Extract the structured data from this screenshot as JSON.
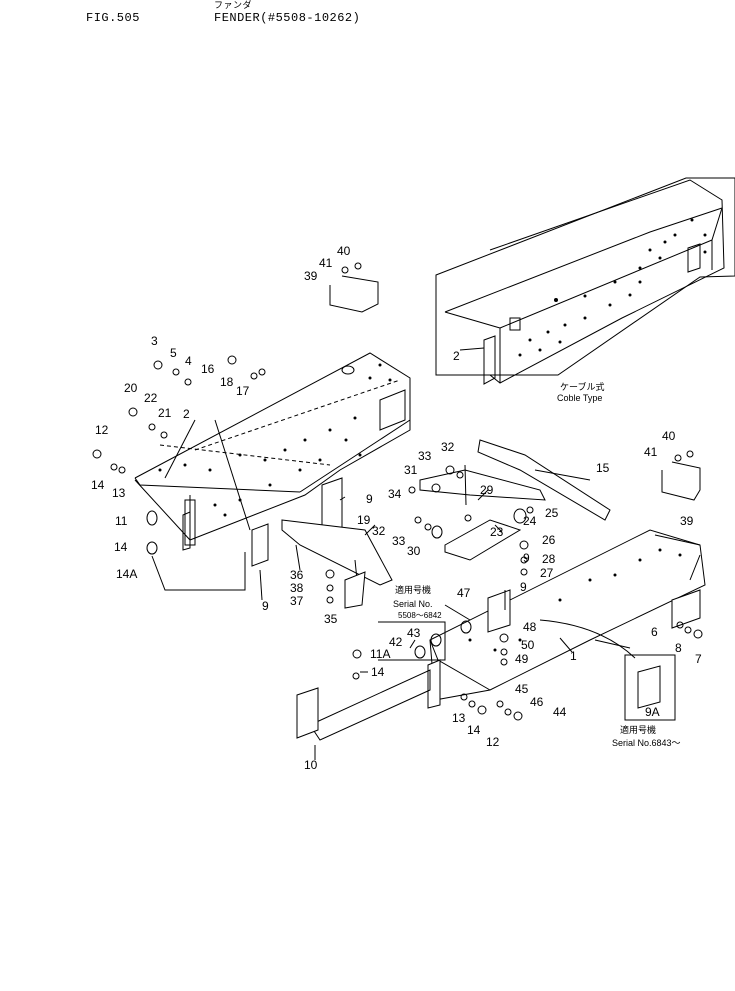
{
  "header": {
    "figure_number": "FIG.505",
    "title": "FENDER(#5508-10262)",
    "title_kana": "ファンダ"
  },
  "notes": {
    "cable_type_kana": "ケーブル式",
    "cable_type": "Coble Type",
    "applicable_1_kanji": "適用号機",
    "applicable_1_serial": "Serial No.",
    "applicable_1_range": "5508～6842",
    "applicable_2_kanji": "適用号機",
    "applicable_2_serial": "Serial No.6843～"
  },
  "callouts": {
    "c1": "1",
    "c2a": "2",
    "c2b": "2",
    "c3": "3",
    "c4": "4",
    "c5": "5",
    "c6": "6",
    "c7": "7",
    "c8": "8",
    "c9a": "9",
    "c9b": "9",
    "c9c": "9",
    "c9d": "9",
    "c9A": "9A",
    "c10": "10",
    "c11": "11",
    "c11A": "11A",
    "c12a": "12",
    "c12b": "12",
    "c13a": "13",
    "c13b": "13",
    "c14a": "14",
    "c14b": "14",
    "c14c": "14",
    "c14A": "14A",
    "c15": "15",
    "c16": "16",
    "c17": "17",
    "c18": "18",
    "c19": "19",
    "c20": "20",
    "c21": "21",
    "c22": "22",
    "c23": "23",
    "c24": "24",
    "c25": "25",
    "c26": "26",
    "c27": "27",
    "c28": "28",
    "c29": "29",
    "c30": "30",
    "c31": "31",
    "c32a": "32",
    "c32b": "32",
    "c33a": "33",
    "c33b": "33",
    "c34": "34",
    "c35": "35",
    "c36": "36",
    "c37": "37",
    "c38": "38",
    "c39a": "39",
    "c39b": "39",
    "c40a": "40",
    "c40b": "40",
    "c41a": "41",
    "c41b": "41",
    "c42": "42",
    "c43": "43",
    "c44": "44",
    "c45": "45",
    "c46": "46",
    "c47": "47",
    "c48": "48",
    "c49": "49",
    "c50": "50"
  }
}
